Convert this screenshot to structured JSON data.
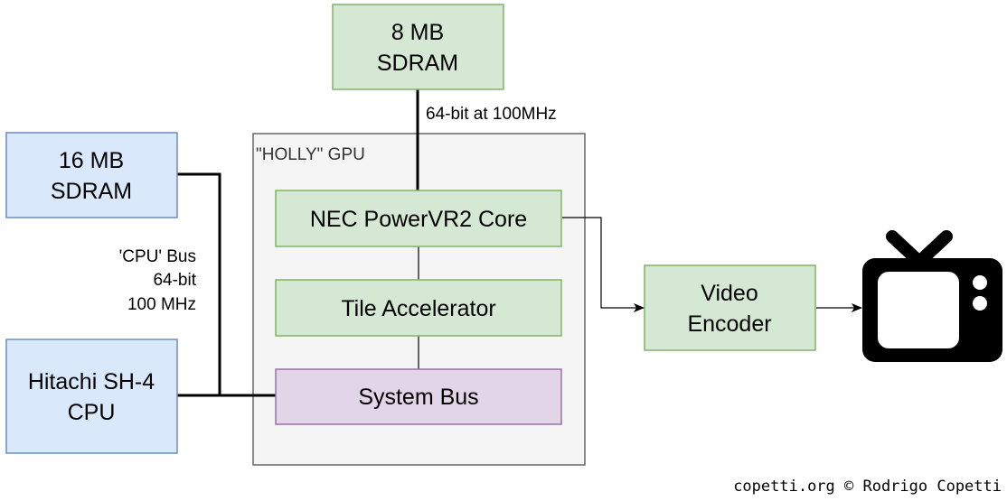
{
  "colors": {
    "memory_fill": "#dae8fc",
    "memory_stroke": "#6c8ebf",
    "gpu_fill": "#d5e8d4",
    "gpu_stroke": "#82b366",
    "bus_fill": "#e1d5e7",
    "bus_stroke": "#9673a6",
    "group_fill": "#f5f5f5",
    "group_stroke": "#666666"
  },
  "nodes": {
    "vram": {
      "lines": [
        "8 MB",
        "SDRAM"
      ]
    },
    "ram": {
      "lines": [
        "16 MB",
        "SDRAM"
      ]
    },
    "cpu": {
      "lines": [
        "Hitachi SH-4",
        "CPU"
      ]
    },
    "gpu_group": {
      "label": "\"HOLLY\" GPU"
    },
    "powervr": {
      "lines": [
        "NEC PowerVR2 Core"
      ]
    },
    "tile_accel": {
      "lines": [
        "Tile Accelerator"
      ]
    },
    "system_bus": {
      "lines": [
        "System Bus"
      ]
    },
    "video_encoder": {
      "lines": [
        "Video",
        "Encoder"
      ]
    },
    "tv": {
      "icon": "tv-icon"
    }
  },
  "edges": {
    "vram_bus": {
      "label": "64-bit at 100MHz"
    },
    "cpu_bus": {
      "lines": [
        "'CPU' Bus",
        "64-bit",
        "100 MHz"
      ]
    }
  },
  "credit": "copetti.org © Rodrigo Copetti"
}
